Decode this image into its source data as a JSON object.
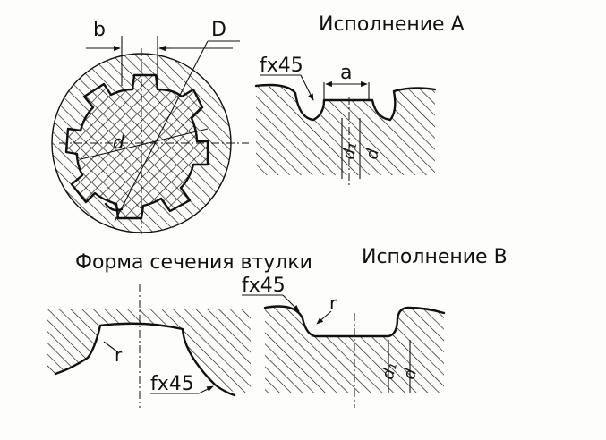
{
  "labels": {
    "b": "b",
    "D": "D",
    "variant_a_title": "Исполнение А",
    "fx45_a": "fx45",
    "a": "a",
    "d_hub": "d",
    "d1_a": "d₁",
    "d_a": "d",
    "hub_section_title": "Форма сечения втулки",
    "variant_b_title": "Исполнение В",
    "fx45_b": "fx45",
    "r_b": "r",
    "r_hub": "r",
    "fx45_hub": "fx45",
    "d1_b": "d₁",
    "d_b": "d"
  },
  "colors": {
    "ink": "#111111",
    "paper": "#fdfdfb"
  }
}
